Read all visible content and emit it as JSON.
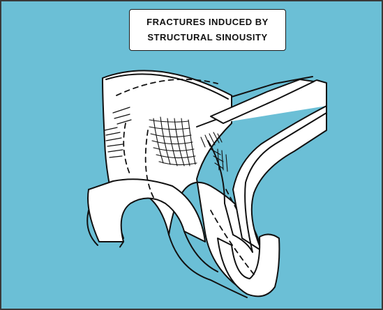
{
  "figure": {
    "title": {
      "line1": "FRACTURES  INDUCED BY",
      "line2": "STRUCTURAL  SINOUSITY"
    },
    "colors": {
      "background": "#6BBFD6",
      "frame": "#3a3a3a",
      "block_fill": "#ffffff",
      "ink": "#111111"
    },
    "illustration": "folded-rock-block-with-fracture-lines"
  }
}
